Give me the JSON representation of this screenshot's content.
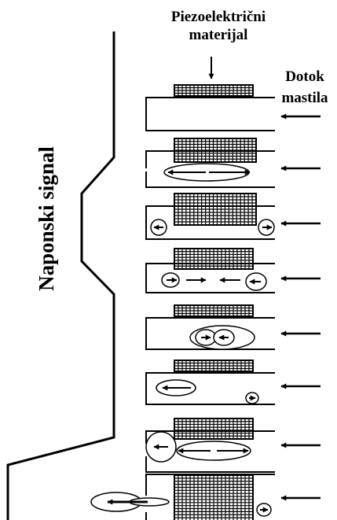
{
  "labels": {
    "piezo_line1": "Piezoelektrični",
    "piezo_line2": "materijal",
    "ink_line1": "Dotok",
    "ink_line2": "mastila",
    "voltage_signal": "Naponski signal"
  },
  "colors": {
    "stroke": "#000000",
    "background": "#ffffff"
  }
}
